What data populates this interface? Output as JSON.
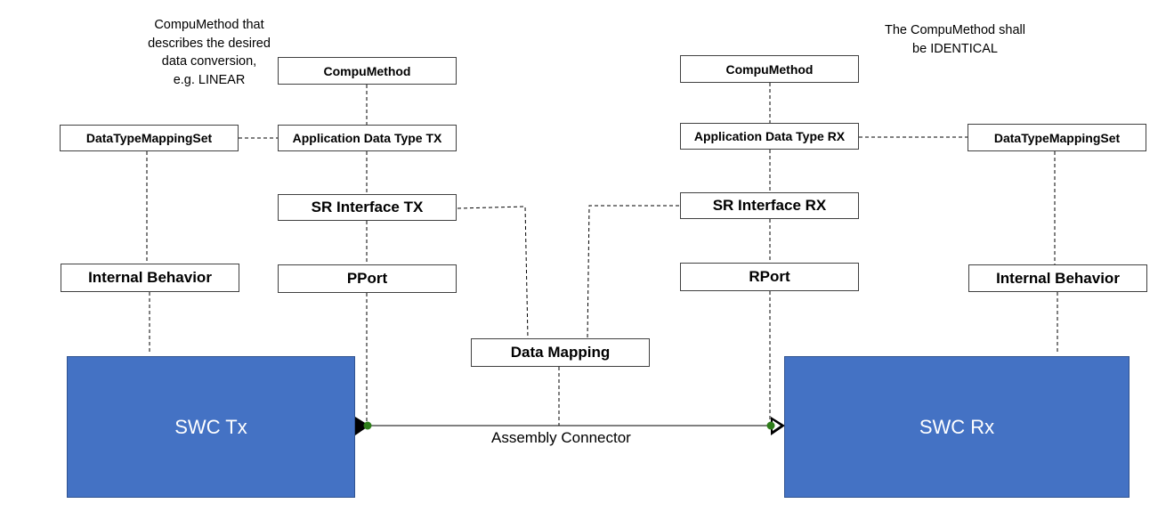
{
  "diagram": {
    "left": {
      "note_lines": [
        "CompuMethod that",
        "describes the desired",
        "data conversion,",
        "e.g. LINEAR"
      ],
      "compu_method": "CompuMethod",
      "application_data_type": "Application Data Type TX",
      "data_type_mapping_set": "DataTypeMappingSet",
      "sr_interface": "SR Interface TX",
      "internal_behavior": "Internal Behavior",
      "port": "PPort",
      "swc": "SWC Tx"
    },
    "right": {
      "note_lines": [
        "The CompuMethod shall",
        "be IDENTICAL"
      ],
      "compu_method": "CompuMethod",
      "application_data_type": "Application Data Type RX",
      "data_type_mapping_set": "DataTypeMappingSet",
      "sr_interface": "SR Interface RX",
      "internal_behavior": "Internal Behavior",
      "port": "RPort",
      "swc": "SWC Rx"
    },
    "data_mapping": "Data Mapping",
    "assembly_connector": "Assembly Connector",
    "colors": {
      "swc_fill": "#4472c4",
      "port_dot": "#2e7d1a",
      "box_border": "#404040"
    }
  }
}
